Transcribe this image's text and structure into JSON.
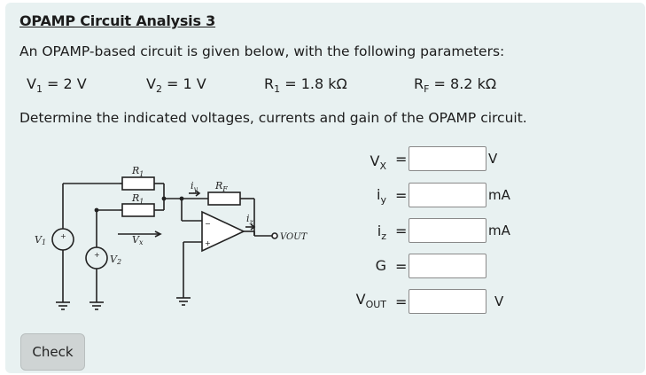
{
  "title": "OPAMP Circuit Analysis 3",
  "intro": "An OPAMP-based circuit is given below, with the following parameters:",
  "params": [
    {
      "name": "V",
      "sub": "1",
      "value": "= 2 V"
    },
    {
      "name": "V",
      "sub": "2",
      "value": "= 1 V"
    },
    {
      "name": "R",
      "sub": "1",
      "value": "= 1.8 kΩ"
    },
    {
      "name": "R",
      "sub": "F",
      "value": "= 8.2 kΩ"
    }
  ],
  "question": "Determine the indicated voltages, currents and gain of the OPAMP circuit.",
  "circuit_labels": {
    "r1_top": "R",
    "r1_top_sub": "1",
    "r1_bottom": "R",
    "r1_bottom_sub": "1",
    "rf": "R",
    "rf_sub": "F",
    "iy": "i",
    "iy_sub": "y",
    "iz": "i",
    "iz_sub": "z",
    "vx": "V",
    "vx_sub": "x",
    "v1": "V",
    "v1_sub": "1",
    "v2": "V",
    "v2_sub": "2",
    "vout": "VOUT"
  },
  "answers": [
    {
      "label": "V",
      "sub": "X",
      "unit": "V"
    },
    {
      "label": "i",
      "sub": "y",
      "unit": "mA"
    },
    {
      "label": "i",
      "sub": "z",
      "unit": "mA"
    },
    {
      "label": "G",
      "sub": "",
      "unit": ""
    },
    {
      "label": "V",
      "sub": "OUT",
      "unit": "V"
    }
  ],
  "equals": "=",
  "check_label": "Check"
}
